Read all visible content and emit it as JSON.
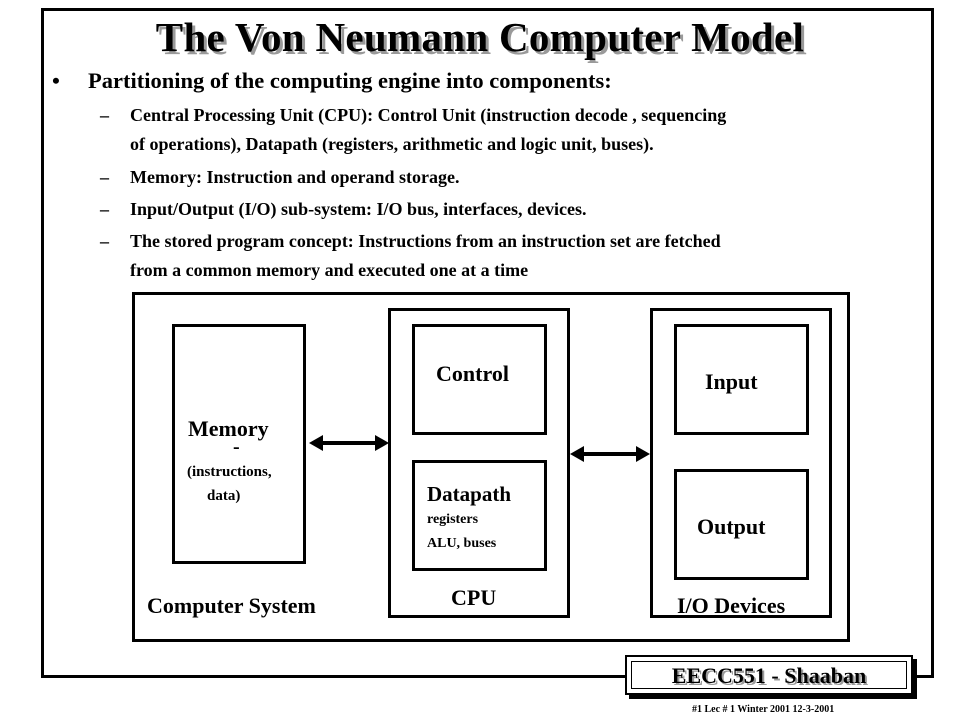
{
  "title": "The Von Neumann Computer Model",
  "main_bullet": "Partitioning of the computing engine into components:",
  "sub_bullets": [
    {
      "line1": "Central Processing Unit (CPU): Control Unit (instruction decode , sequencing",
      "line2": "of operations), Datapath (registers, arithmetic and logic unit, buses)."
    },
    {
      "line1": "Memory:  Instruction and operand storage.",
      "line2": ""
    },
    {
      "line1": "Input/Output (I/O) sub-system:  I/O bus, interfaces, devices.",
      "line2": ""
    },
    {
      "line1": "The stored program concept: Instructions from an instruction set are fetched",
      "line2": "from a common memory and executed one at a time"
    }
  ],
  "bullet_marker": "•",
  "dash_marker": "–",
  "diagram": {
    "memory_label": "Memory",
    "memory_mark": "-",
    "memory_sub1": "(instructions,",
    "memory_sub2": "data)",
    "control_label": "Control",
    "datapath_label": "Datapath",
    "datapath_sub1": "registers",
    "datapath_sub2": "ALU, buses",
    "cpu_label": "CPU",
    "input_label": "Input",
    "output_label": "Output",
    "io_label": "I/O Devices",
    "system_label": "Computer System"
  },
  "footer": {
    "badge": "EECC551 - Shaaban",
    "note": "#1   Lec # 1 Winter 2001   12-3-2001"
  },
  "colors": {
    "text": "#000000",
    "shadow": "#9a9a9a",
    "background": "#ffffff"
  }
}
